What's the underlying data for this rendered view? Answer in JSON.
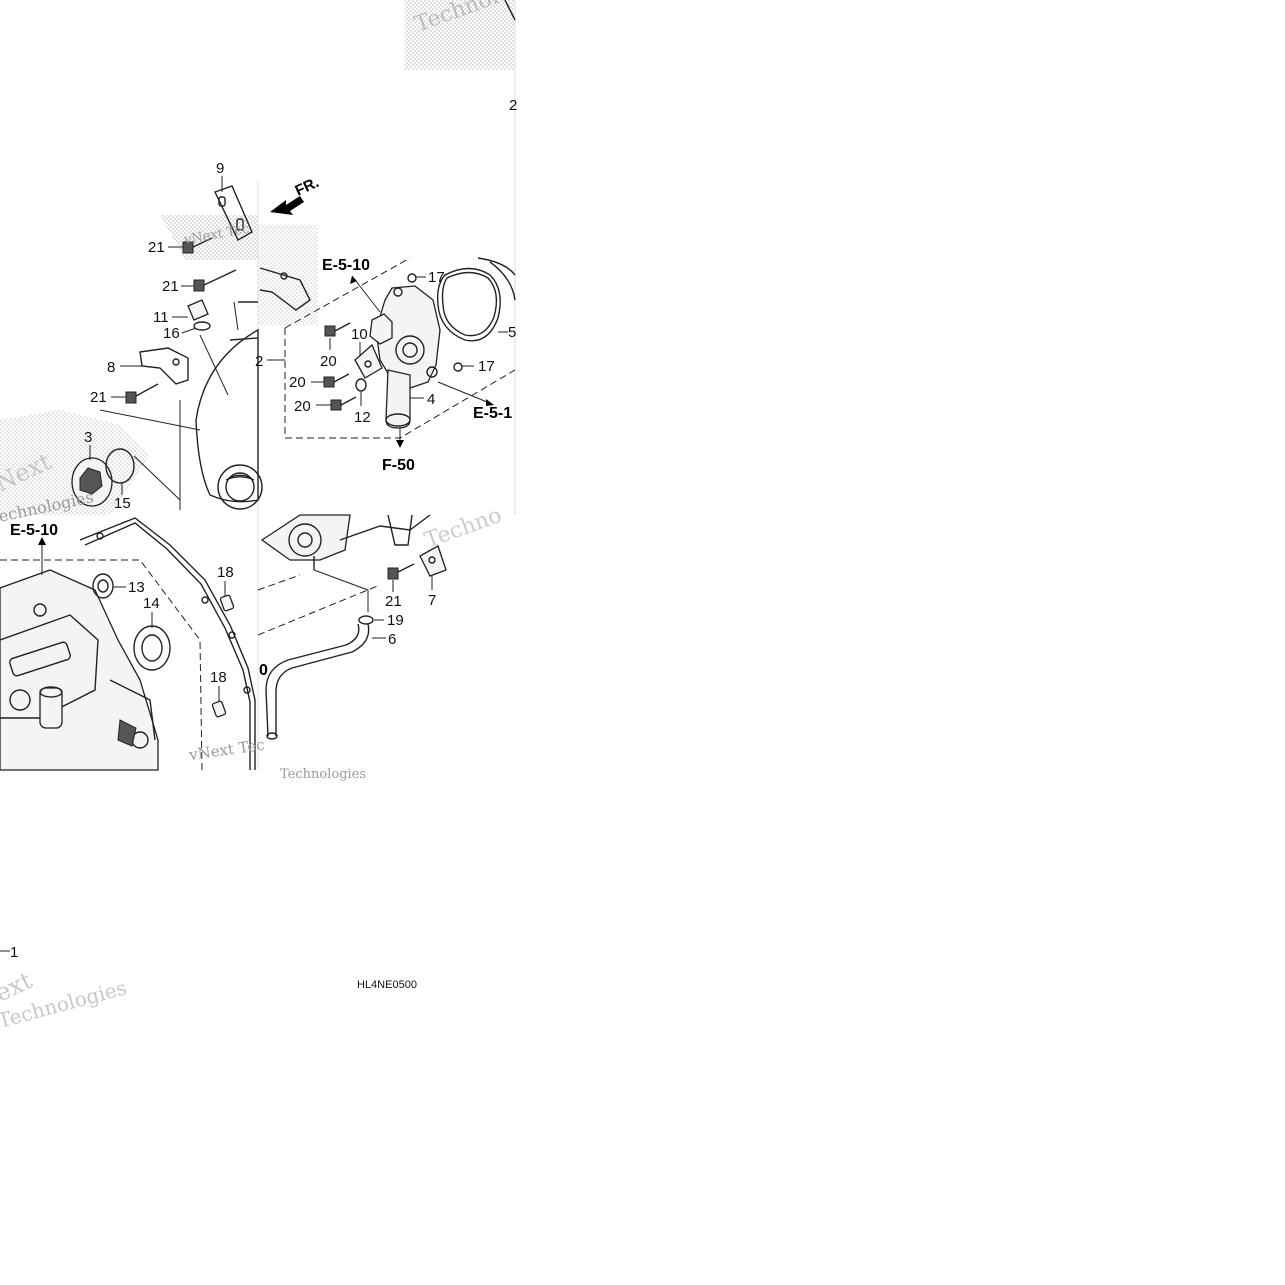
{
  "parts": [
    {
      "id": "p1",
      "text": "1"
    },
    {
      "id": "p2a",
      "text": "2"
    },
    {
      "id": "p2b",
      "text": "2"
    },
    {
      "id": "p3",
      "text": "3"
    },
    {
      "id": "p4",
      "text": "4"
    },
    {
      "id": "p5",
      "text": "5"
    },
    {
      "id": "p6",
      "text": "6"
    },
    {
      "id": "p7",
      "text": "7"
    },
    {
      "id": "p8",
      "text": "8"
    },
    {
      "id": "p9",
      "text": "9"
    },
    {
      "id": "p10",
      "text": "10"
    },
    {
      "id": "p11",
      "text": "11"
    },
    {
      "id": "p12",
      "text": "12"
    },
    {
      "id": "p13",
      "text": "13"
    },
    {
      "id": "p14",
      "text": "14"
    },
    {
      "id": "p15",
      "text": "15"
    },
    {
      "id": "p16",
      "text": "16"
    },
    {
      "id": "p17a",
      "text": "17"
    },
    {
      "id": "p17b",
      "text": "17"
    },
    {
      "id": "p18a",
      "text": "18"
    },
    {
      "id": "p18b",
      "text": "18"
    },
    {
      "id": "p19",
      "text": "19"
    },
    {
      "id": "p20a",
      "text": "20"
    },
    {
      "id": "p20b",
      "text": "20"
    },
    {
      "id": "p20c",
      "text": "20"
    },
    {
      "id": "p21a",
      "text": "21"
    },
    {
      "id": "p21b",
      "text": "21"
    },
    {
      "id": "p21c",
      "text": "21"
    },
    {
      "id": "p21d",
      "text": "21"
    },
    {
      "id": "p0",
      "text": "0"
    }
  ],
  "refs": [
    {
      "id": "r1",
      "text": "E-5-10"
    },
    {
      "id": "r2",
      "text": "E-5-10"
    },
    {
      "id": "r3",
      "text": "E-5-1"
    },
    {
      "id": "r4",
      "text": "F-50"
    }
  ],
  "direction_label": "FR.",
  "diagram_code": "HL4NE0500",
  "watermarks": {
    "w1": "vNext Tec",
    "w2": "vNext Tec",
    "w3": "Technologies",
    "w4": "Techno",
    "w5": "Next",
    "w6": "echnologies",
    "w7": "Technolo",
    "w8": "ext",
    "w9": "Technologies"
  }
}
